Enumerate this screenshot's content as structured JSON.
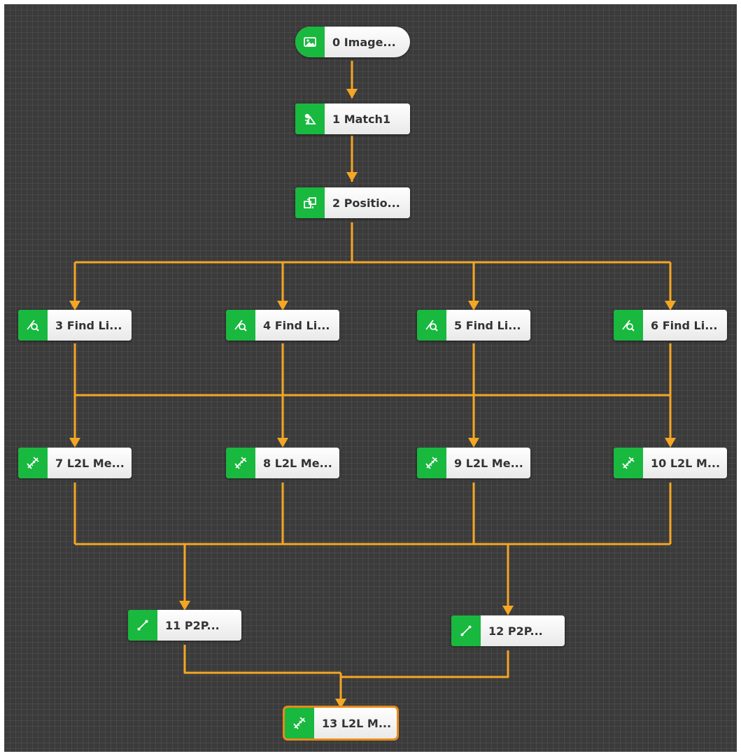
{
  "colors": {
    "canvas": "#3b3b3b",
    "edge": "#f5a623",
    "node_icon_bg": "#19b83f",
    "selected_outline": "#e88a1a"
  },
  "nodes": [
    {
      "label": "0 Image...",
      "icon": "image-icon"
    },
    {
      "label": "1 Match1",
      "icon": "shape-match-icon"
    },
    {
      "label": "2 Positio...",
      "icon": "position-fix-icon"
    },
    {
      "label": "3 Find Li...",
      "icon": "find-line-icon"
    },
    {
      "label": "4 Find Li...",
      "icon": "find-line-icon"
    },
    {
      "label": "5 Find Li...",
      "icon": "find-line-icon"
    },
    {
      "label": "6 Find Li...",
      "icon": "find-line-icon"
    },
    {
      "label": "7 L2L Me...",
      "icon": "line-to-line-measure-icon"
    },
    {
      "label": "8 L2L Me...",
      "icon": "line-to-line-measure-icon"
    },
    {
      "label": "9 L2L Me...",
      "icon": "line-to-line-measure-icon"
    },
    {
      "label": "10 L2L M...",
      "icon": "line-to-line-measure-icon"
    },
    {
      "label": "11 P2P...",
      "icon": "point-to-point-measure-icon"
    },
    {
      "label": "12 P2P...",
      "icon": "point-to-point-measure-icon"
    },
    {
      "label": "13 L2L M...",
      "icon": "line-to-line-measure-icon",
      "selected": true
    }
  ]
}
